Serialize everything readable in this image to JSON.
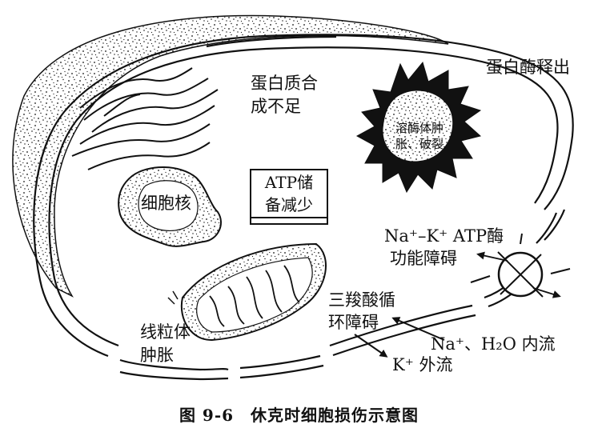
{
  "labels": {
    "protein": [
      "蛋白质合",
      "成不足"
    ],
    "enzyme_release": "蛋白酶释出",
    "lysosome": [
      "溶酶体肿",
      "胀、破裂"
    ],
    "nucleus": "细胞核",
    "atp": [
      "ATP储",
      "备减少"
    ],
    "pump": [
      "Na⁺–K⁺ ATP酶",
      "功能障碍"
    ],
    "tca": [
      "三羧酸循",
      "环障碍"
    ],
    "mito": [
      "线粒体",
      "肿胀"
    ],
    "influx": "Na⁺、H₂O 内流",
    "efflux": "K⁺ 外流"
  },
  "caption": "图 9-6　休克时细胞损伤示意图"
}
